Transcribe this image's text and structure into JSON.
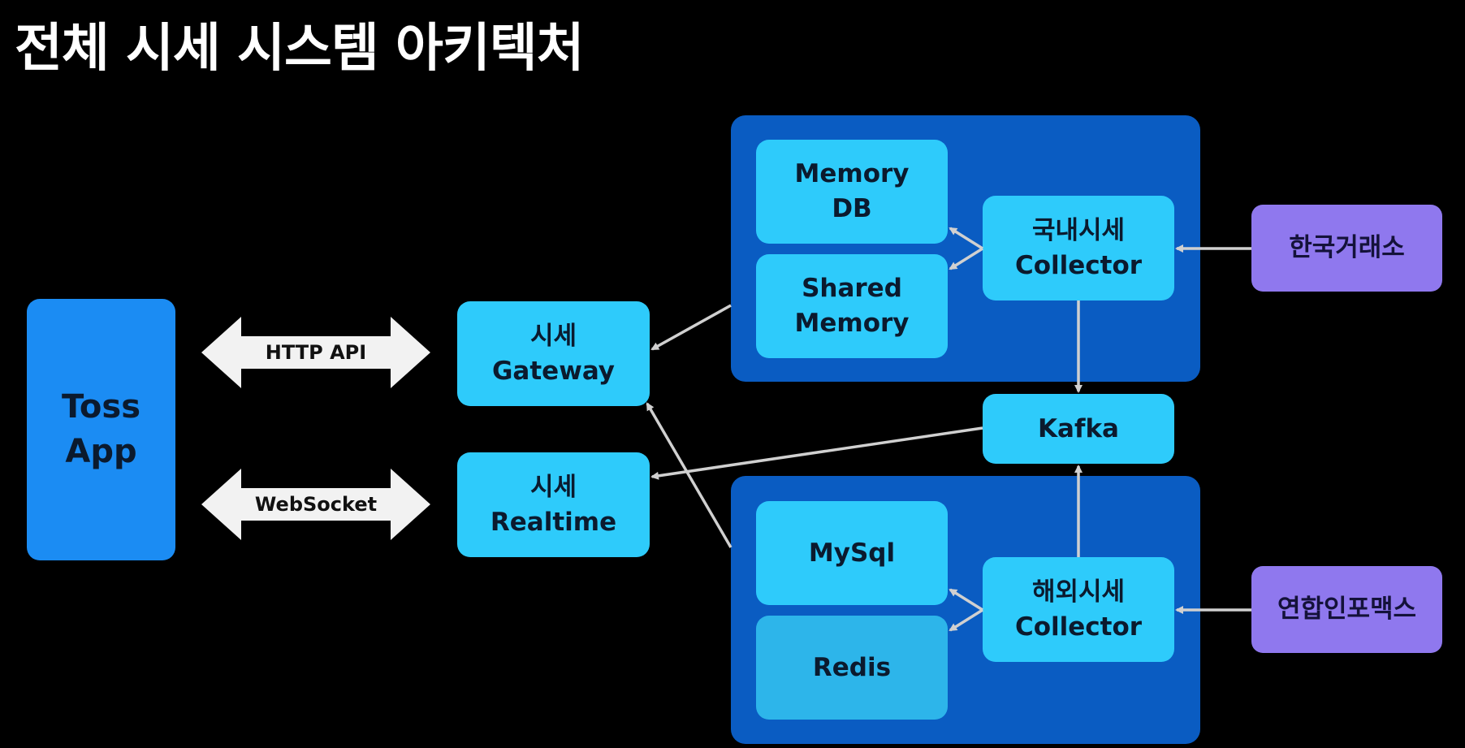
{
  "title": "전체 시세 시스템 아키텍처",
  "nodes": {
    "toss_app": "Toss\nApp",
    "gateway": "시세\nGateway",
    "realtime": "시세\nRealtime",
    "memory_db": "Memory\nDB",
    "shared_memory": "Shared\nMemory",
    "domestic_collector": "국내시세\nCollector",
    "kafka": "Kafka",
    "mysql": "MySql",
    "redis": "Redis",
    "overseas_collector": "해외시세\nCollector",
    "krx": "한국거래소",
    "yonhap": "연합인포맥스"
  },
  "edges": {
    "http_api": "HTTP API",
    "websocket": "WebSocket"
  },
  "colors": {
    "background": "#000000",
    "container": "#0a5cc2",
    "toss": "#1b8cf3",
    "service": "#2ecbfb",
    "external": "#8f78ee",
    "arrow": "#d0d0d0"
  }
}
